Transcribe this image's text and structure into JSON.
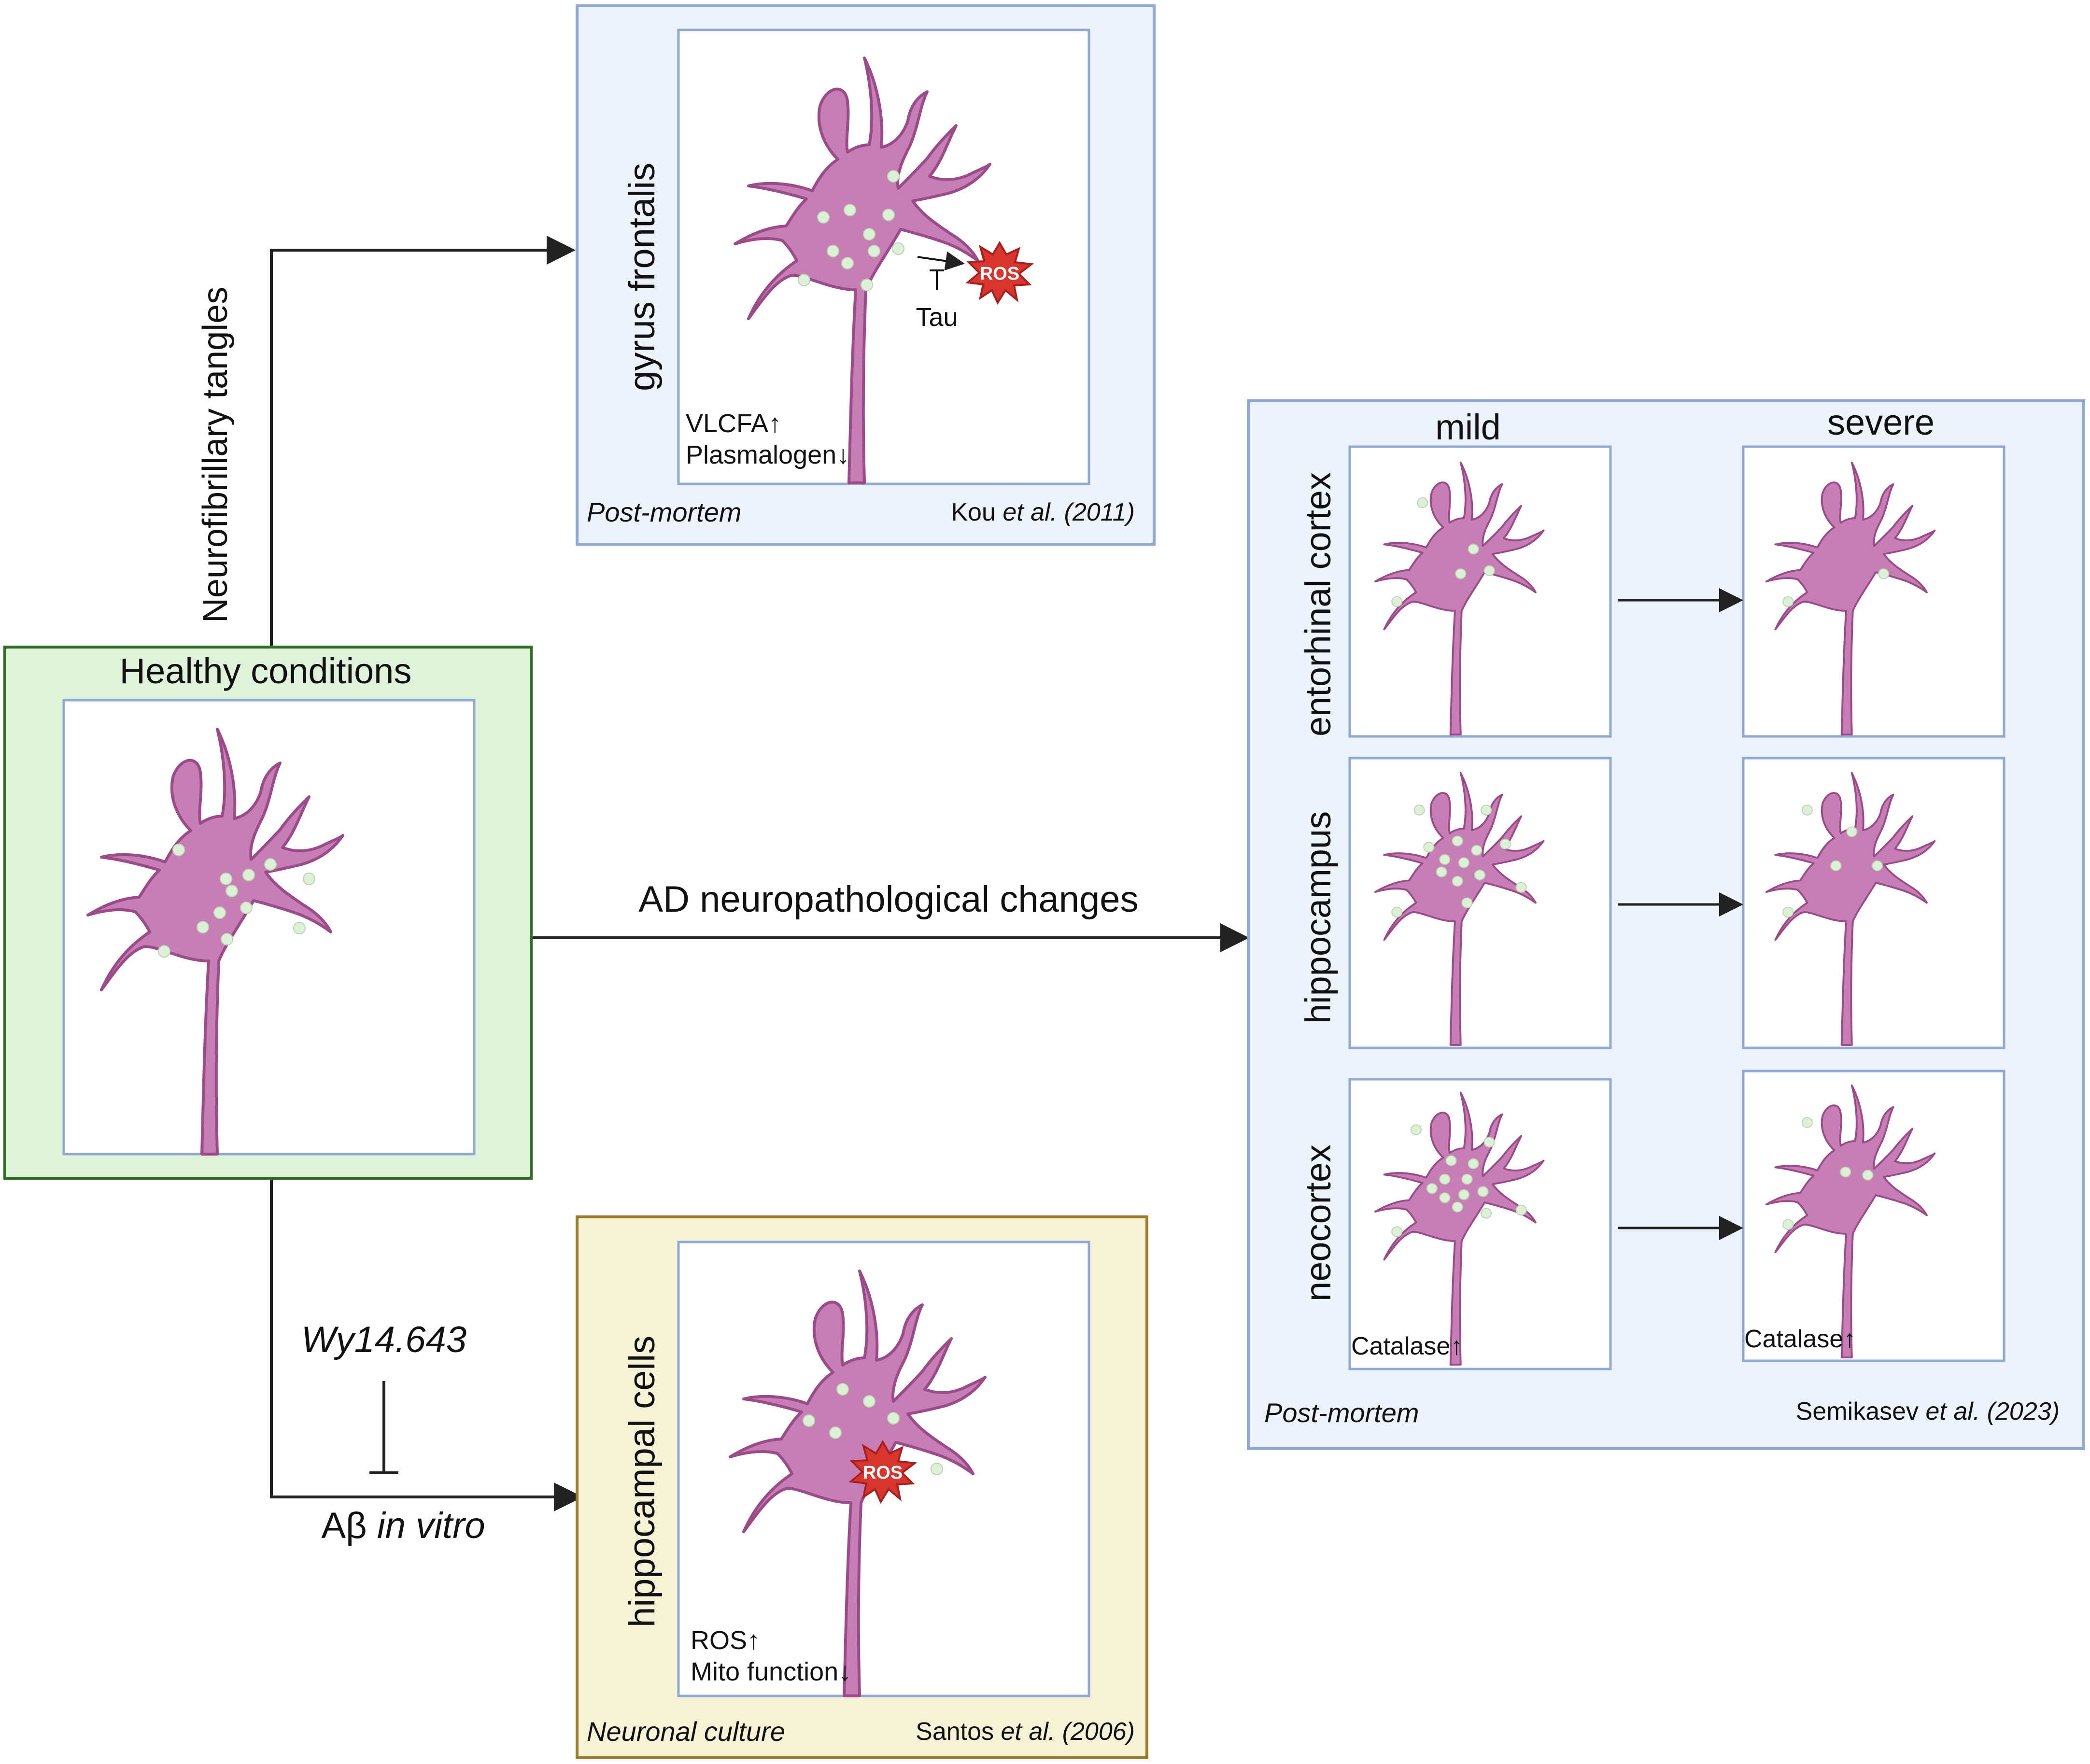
{
  "colors": {
    "neuron_fill": "#c77eb5",
    "neuron_stroke": "#9b4a8a",
    "vesicle": "#dff0d8",
    "panel_blue_fill": "#edf3fb",
    "panel_blue_border": "#8fa8d4",
    "panel_green_fill": "#dff3db",
    "panel_green_border": "#2f6b23",
    "panel_yellow_fill": "#f5f2d6",
    "panel_yellow_border": "#9a7a2b",
    "ros_fill": "#d9352f",
    "arrow": "#222222"
  },
  "healthy": {
    "title": "Healthy conditions"
  },
  "arrows": {
    "nft": "Neurofibrillary tangles",
    "ad": "AD neuropathological changes",
    "wy": "Wy14.643",
    "abeta_prefix": "Aβ ",
    "abeta_suffix": "in vitro"
  },
  "gyrus_panel": {
    "region": "gyrus frontalis",
    "ros": "ROS",
    "tau": "Tau",
    "line1": "VLCFA↑",
    "line2": "Plasmalogen↓",
    "method": "Post-mortem",
    "cite_author": "Kou ",
    "cite_etal": "et al. (2011)"
  },
  "hippo_panel": {
    "region": "hippocampal cells",
    "ros": "ROS",
    "line1": "ROS↑",
    "line2": "Mito function↓",
    "method": "Neuronal culture",
    "cite_author": "Santos ",
    "cite_etal": "et al. (2006)"
  },
  "semikasev_panel": {
    "col_mild": "mild",
    "col_severe": "severe",
    "row1": "entorhinal cortex",
    "row2": "hippocampus",
    "row3": "neocortex",
    "catalase_mild": "Catalase↑",
    "catalase_severe": "Catalase↑",
    "method": "Post-mortem",
    "cite_author": "Semikasev ",
    "cite_etal": "et al. (2023)"
  }
}
